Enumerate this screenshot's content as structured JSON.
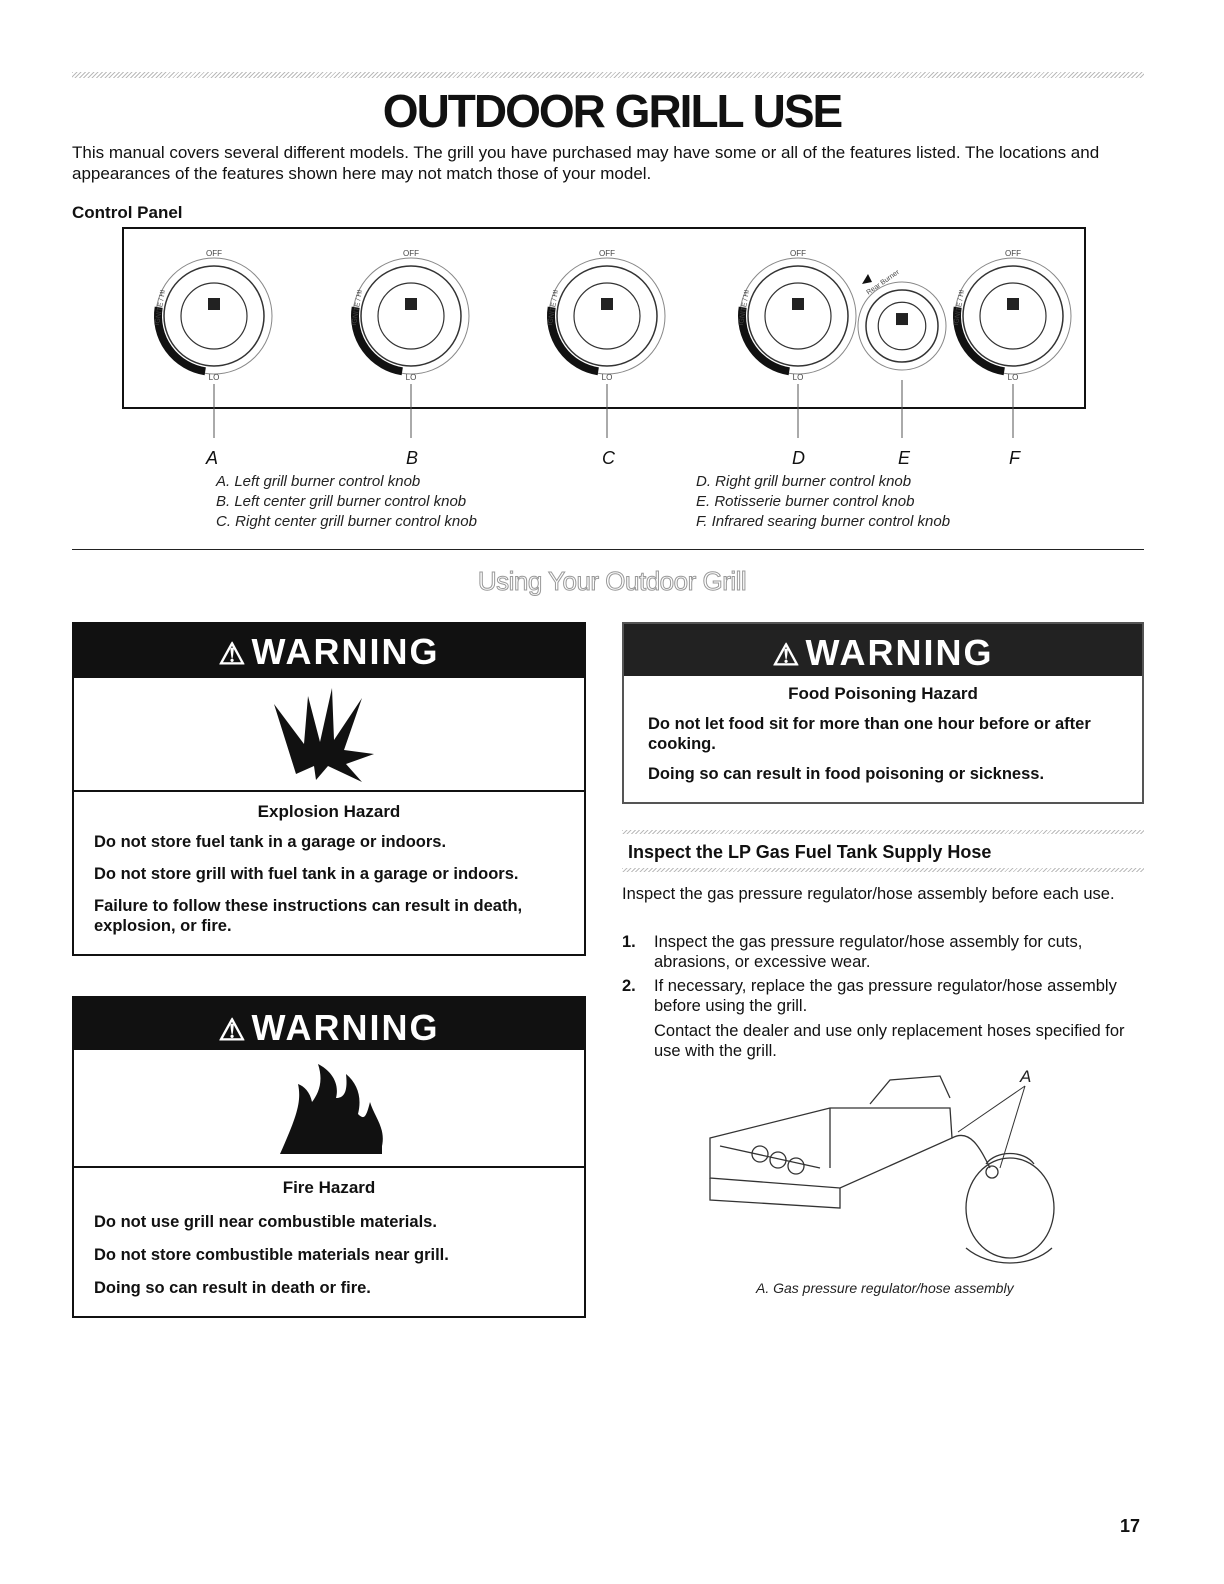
{
  "title": "OUTDOOR GRILL USE",
  "intro": "This manual covers several different models. The grill you have purchased may have some or all of the features listed. The locations and appearances of the features shown here may not match those of your model.",
  "control_panel": {
    "heading": "Control Panel",
    "knob_off": "OFF",
    "knob_lo": "LO",
    "knob_ignite": "IGNITE / HI",
    "rear_burner": "Rear Burner",
    "letters": [
      "A",
      "B",
      "C",
      "D",
      "E",
      "F"
    ],
    "legend_left": [
      "A. Left grill burner control knob",
      "B. Left center grill burner control knob",
      "C. Right center grill burner control knob"
    ],
    "legend_right": [
      "D. Right grill burner control knob",
      "E. Rotisserie burner control knob",
      "F. Infrared searing burner control knob"
    ]
  },
  "section_title": "Using Your Outdoor Grill",
  "warnings": [
    {
      "label": "WARNING",
      "icon": "explosion-icon",
      "hazard": "Explosion Hazard",
      "lines": [
        "Do not store fuel tank in a garage or indoors.",
        "Do not store grill with fuel tank in a garage or indoors.",
        "Failure to follow these instructions can result in death, explosion, or fire."
      ]
    },
    {
      "label": "WARNING",
      "icon": "fire-icon",
      "hazard": "Fire Hazard",
      "lines": [
        "Do not use grill near combustible materials.",
        "Do not store combustible materials near grill.",
        "Doing so can result in death or fire."
      ]
    },
    {
      "label": "WARNING",
      "hazard": "Food Poisoning Hazard",
      "lines": [
        "Do not let food sit for more than one hour before or after cooking.",
        "Doing so can result in food poisoning or sickness."
      ]
    }
  ],
  "inspect": {
    "heading": "Inspect the LP Gas Fuel Tank Supply Hose",
    "intro": "Inspect the gas pressure regulator/hose assembly before each use.",
    "steps": [
      {
        "num": "1.",
        "text": "Inspect the gas pressure regulator/hose assembly for cuts, abrasions, or excessive wear."
      },
      {
        "num": "2.",
        "text": "If necessary, replace the gas pressure regulator/hose assembly before using the grill."
      }
    ],
    "note": "Contact the dealer and use only replacement hoses specified for use with the grill.",
    "figure_letter": "A",
    "caption": "A. Gas pressure regulator/hose assembly"
  },
  "page_number": "17"
}
